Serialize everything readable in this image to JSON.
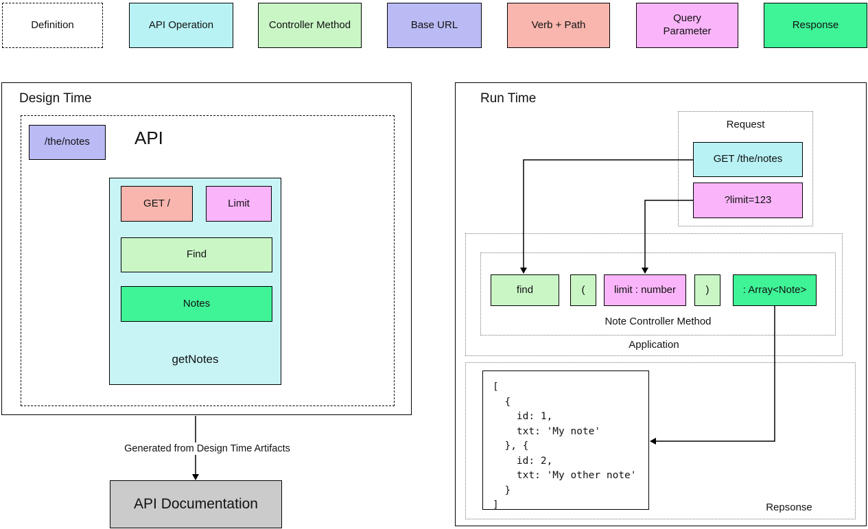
{
  "colors": {
    "api_operation_cyan": "#b9f2f4",
    "controller_green": "#caf6c6",
    "base_url_lavender": "#bababf5",
    "lavender": "#babaf5",
    "verb_path_salmon": "#f8b6ae",
    "query_pink": "#fab5fa",
    "response_green": "#3ff397",
    "doc_gray": "#cbcbcb"
  },
  "legend": {
    "items": [
      {
        "label": "Definition",
        "kind": "definition"
      },
      {
        "label": "API Operation",
        "kind": "api-operation"
      },
      {
        "label": "Controller Method",
        "kind": "controller-method"
      },
      {
        "label": "Base URL",
        "kind": "base-url"
      },
      {
        "label": "Verb + Path",
        "kind": "verb-path"
      },
      {
        "label": "Query\nParameter",
        "kind": "query-parameter"
      },
      {
        "label": "Response",
        "kind": "response"
      }
    ]
  },
  "design_time": {
    "title": "Design Time",
    "api_container_label": "API",
    "base_url": "/the/notes",
    "operation": {
      "verb_path": "GET /",
      "query_parameter": "Limit",
      "controller_method": "Find",
      "response": "Notes",
      "operation_name": "getNotes"
    },
    "arrow_label": "Generated from Design Time Artifacts",
    "documentation_label": "API Documentation"
  },
  "run_time": {
    "title": "Run Time",
    "request": {
      "label": "Request",
      "verb_path": "GET /the/notes",
      "query_parameter": "?limit=123"
    },
    "application": {
      "label": "Application",
      "controller_label": "Note Controller Method",
      "tokens": {
        "method_name": "find",
        "open_paren": "(",
        "parameter": "limit : number",
        "close_paren": ")",
        "return_type": ": Array<Note>"
      }
    },
    "response": {
      "label": "Repsonse",
      "code": "[\n  {\n    id: 1,\n    txt: 'My note'\n  }, {\n    id: 2,\n    txt: 'My other note'\n  }\n]"
    }
  }
}
